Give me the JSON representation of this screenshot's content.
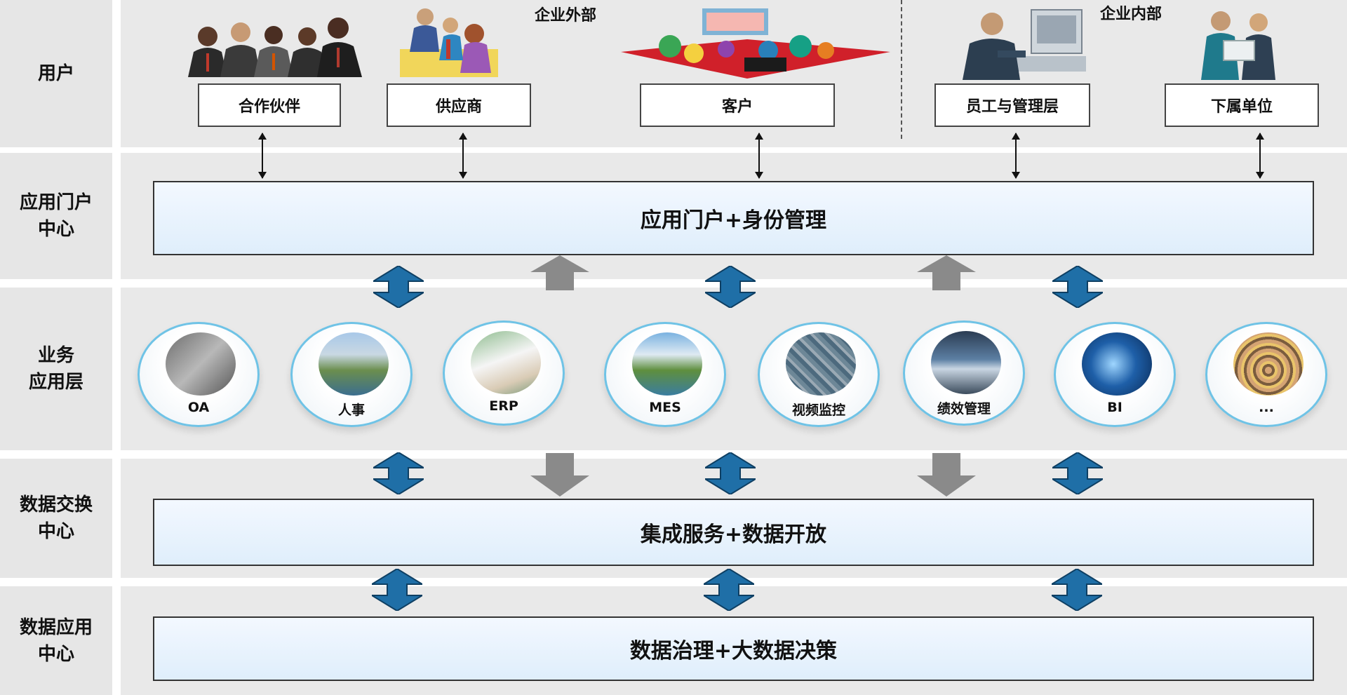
{
  "sections": {
    "external": "企业外部",
    "internal": "企业内部"
  },
  "labels": {
    "users": "用户",
    "portal": "应用门户\n中心",
    "business": "业务\n应用层",
    "exchange": "数据交换\n中心",
    "data_app": "数据应用\n中心"
  },
  "users": [
    "合作伙伴",
    "供应商",
    "客户",
    "员工与管理层",
    "下属单位"
  ],
  "bars": {
    "portal": "应用门户+身份管理",
    "exchange": "集成服务+数据开放",
    "data_app": "数据治理+大数据决策"
  },
  "apps": [
    "OA",
    "人事",
    "ERP",
    "MES",
    "视频监控",
    "绩效管理",
    "BI",
    "..."
  ],
  "colors": {
    "bidirectional_arrow": "#1f6fa7",
    "flow_arrow": "#8a8a8a",
    "circle_border": "#6fc3e6",
    "bar_fill": "#e8f2fc"
  },
  "icons": [
    "business-people-illustration",
    "supplier-illustration",
    "customer-illustration",
    "employee-computer-illustration",
    "subsidiary-illustration"
  ]
}
